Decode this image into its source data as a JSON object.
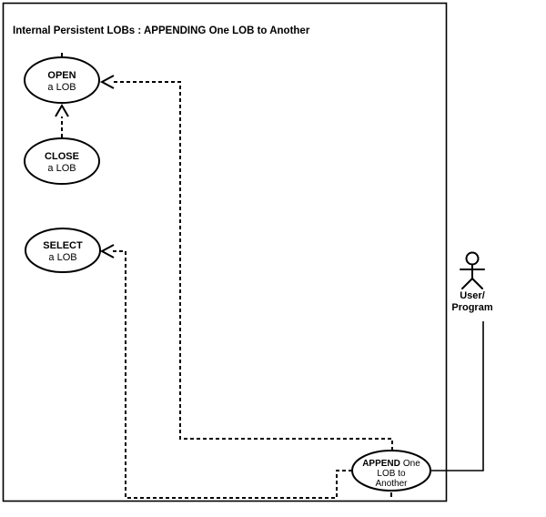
{
  "title": "Internal Persistent LOBs : APPENDING One LOB to Another",
  "colors": {
    "ink": "#000000",
    "muted": "#9e9e9e",
    "background": "#ffffff"
  },
  "use_cases": {
    "open": {
      "keyword": "OPEN",
      "rest": "a LOB"
    },
    "close": {
      "keyword": "CLOSE",
      "rest": "a LOB"
    },
    "select": {
      "keyword": "SELECT",
      "rest": "a LOB"
    },
    "append": {
      "keyword": "APPEND",
      "rest": "One",
      "line2": "LOB to",
      "line3": "Another"
    }
  },
  "actor": {
    "name_line1": "User/",
    "name_line2": "Program"
  },
  "relationships": [
    {
      "from": "CLOSE a LOB",
      "to": "OPEN a LOB",
      "style": "dashed",
      "color": "black",
      "arrow": "open-chevron"
    },
    {
      "from": "APPEND One LOB to Another",
      "to": "OPEN a LOB",
      "style": "dashed",
      "color": "gray",
      "arrow": "open-chevron"
    },
    {
      "from": "APPEND One LOB to Another",
      "to": "SELECT a LOB",
      "style": "dashed",
      "color": "black",
      "arrow": "open-chevron"
    },
    {
      "from": "User/Program",
      "to": "APPEND One LOB to Another",
      "style": "solid",
      "color": "black",
      "arrow": "none"
    }
  ]
}
